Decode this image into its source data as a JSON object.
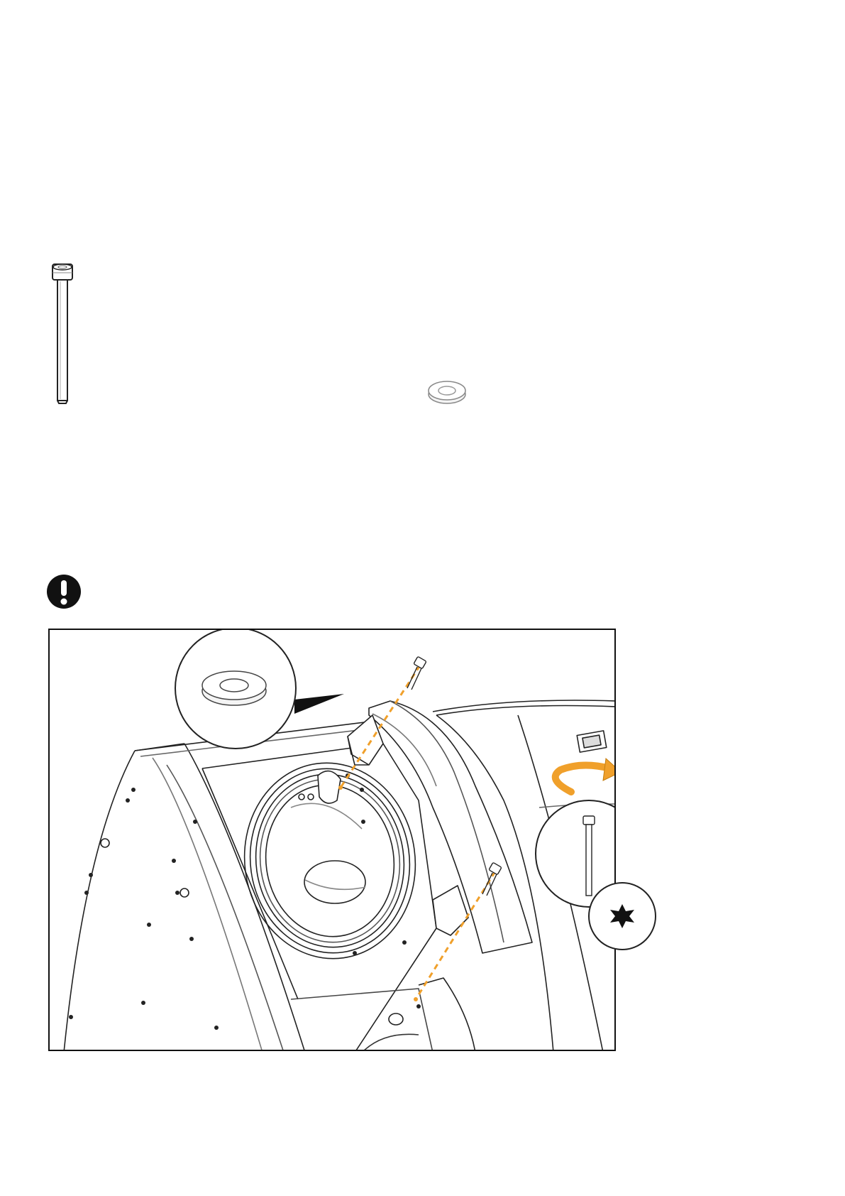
{
  "parts": {
    "bolt": {
      "icon": "socket-head-bolt-icon"
    },
    "washer": {
      "icon": "flat-washer-icon"
    }
  },
  "notice": {
    "icon": "exclamation-warning-icon",
    "color": "#111111"
  },
  "illustration": {
    "accent_color": "#F0A02B",
    "callouts": [
      "washer-detail",
      "bolt-tighten-detail",
      "torx-bit"
    ],
    "tool_icon": "torx-star-icon",
    "rotation_icon": "clockwise-arrow-icon"
  }
}
